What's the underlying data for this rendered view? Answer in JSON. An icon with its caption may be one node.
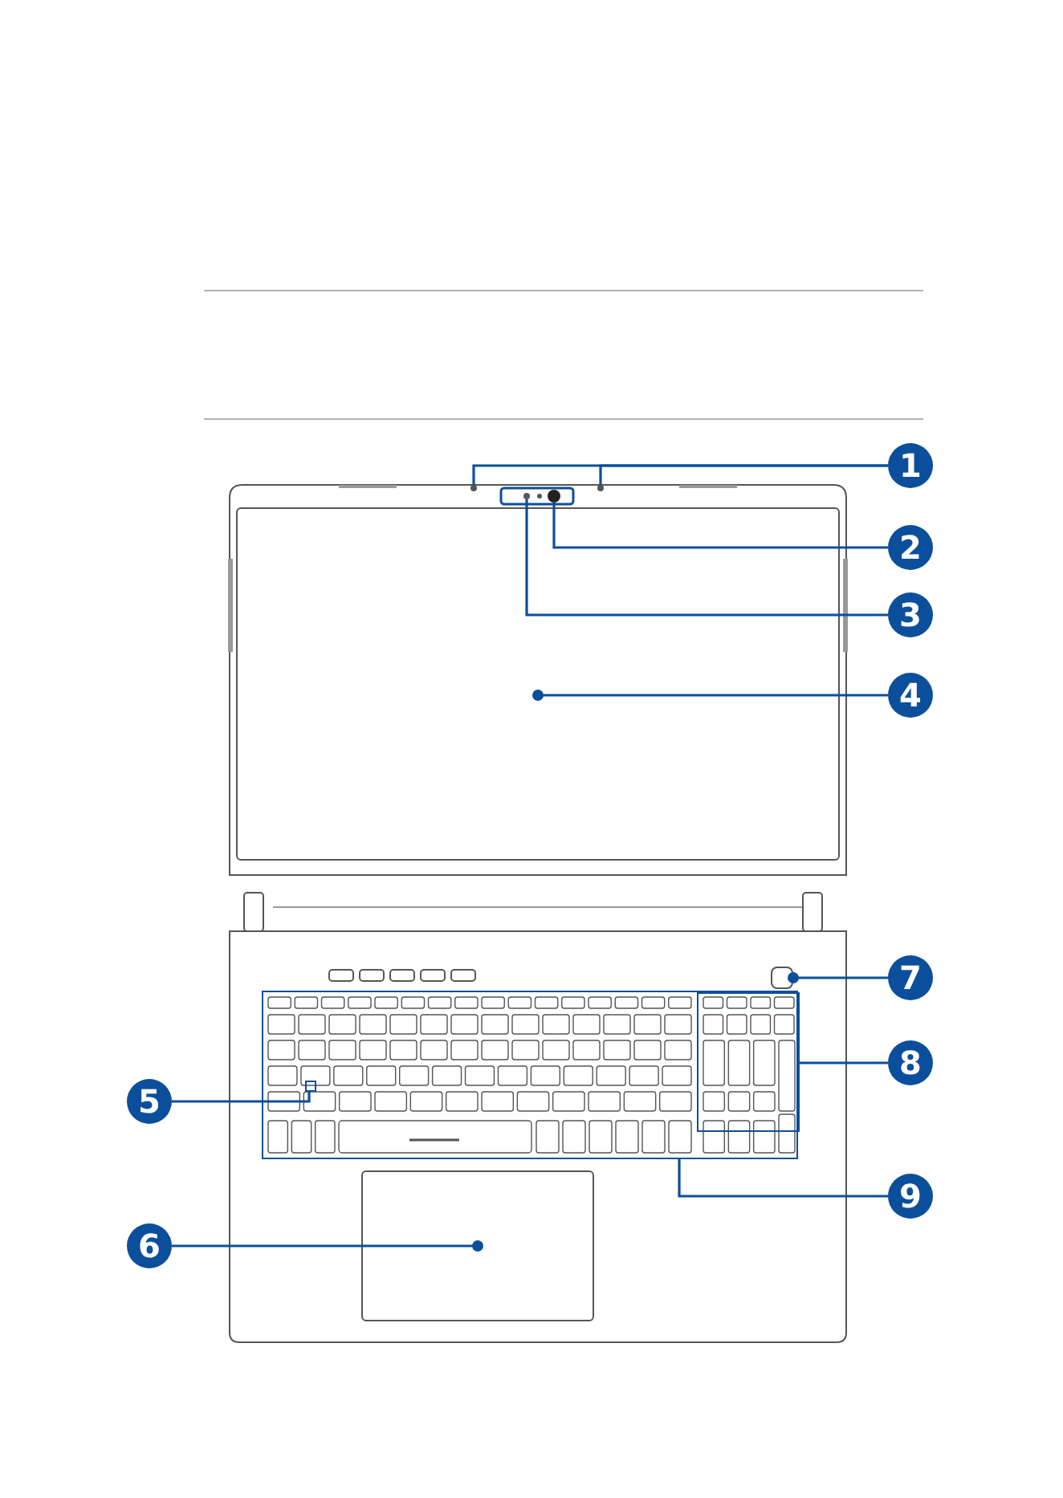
{
  "diagram": {
    "nodes": [
      {
        "text": [
          "1"
        ]
      },
      {
        "text": [],
        "shape": "circle"
      },
      {
        "text": [],
        "shape": "circle"
      },
      {
        "text": [
          "2"
        ]
      },
      {
        "text": [],
        "shape": "circle"
      },
      {
        "text": [
          "3"
        ]
      },
      {
        "text": [],
        "shape": "circle"
      },
      {
        "text": [
          "4"
        ]
      },
      {
        "text": [],
        "shape": "box"
      },
      {
        "text": [],
        "shape": "hexagon"
      },
      {
        "text": [
          "7"
        ]
      },
      {
        "text": [],
        "shape": "box"
      },
      {
        "text": [],
        "shape": "box",
        "in": 11
      },
      {
        "text": [],
        "shape": "box",
        "in": 11
      },
      {
        "text": [
          "8"
        ]
      },
      {
        "text": [
          "5"
        ]
      },
      {
        "text": [
          "9"
        ]
      },
      {
        "text": [],
        "shape": "box"
      },
      {
        "text": [
          "6"
        ]
      }
    ],
    "edges": [
      {
        "from": 0,
        "to": 1,
        "arrow": "none"
      },
      {
        "from": 0,
        "to": 2,
        "arrow": "none"
      },
      {
        "from": 3,
        "to": 4,
        "arrow": "none"
      },
      {
        "from": 5,
        "to": 6,
        "arrow": "none"
      },
      {
        "from": 7,
        "to": 8,
        "arrow": "other"
      },
      {
        "from": 10,
        "to": 9,
        "arrow": "other"
      },
      {
        "from": 14,
        "to": 12,
        "arrow": "none"
      },
      {
        "from": 15,
        "to": 13,
        "arrow": "none"
      },
      {
        "from": 16,
        "to": 11,
        "arrow": "none"
      },
      {
        "from": 18,
        "to": 17,
        "arrow": "other"
      }
    ]
  }
}
